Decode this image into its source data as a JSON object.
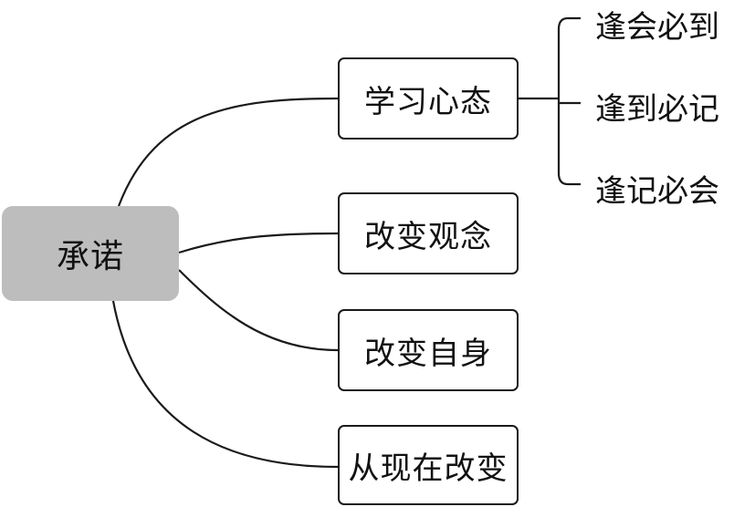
{
  "diagram": {
    "root": {
      "label": "承诺"
    },
    "branches": [
      {
        "label": "学习心态"
      },
      {
        "label": "改变观念"
      },
      {
        "label": "改变自身"
      },
      {
        "label": "从现在改变"
      }
    ],
    "leaves": [
      {
        "label": "逢会必到"
      },
      {
        "label": "逢到必记"
      },
      {
        "label": "逢记必会"
      }
    ],
    "colors": {
      "root_fill": "#bdbdbd",
      "line": "#1a1a1a",
      "box_fill": "#ffffff",
      "text": "#111111"
    }
  }
}
